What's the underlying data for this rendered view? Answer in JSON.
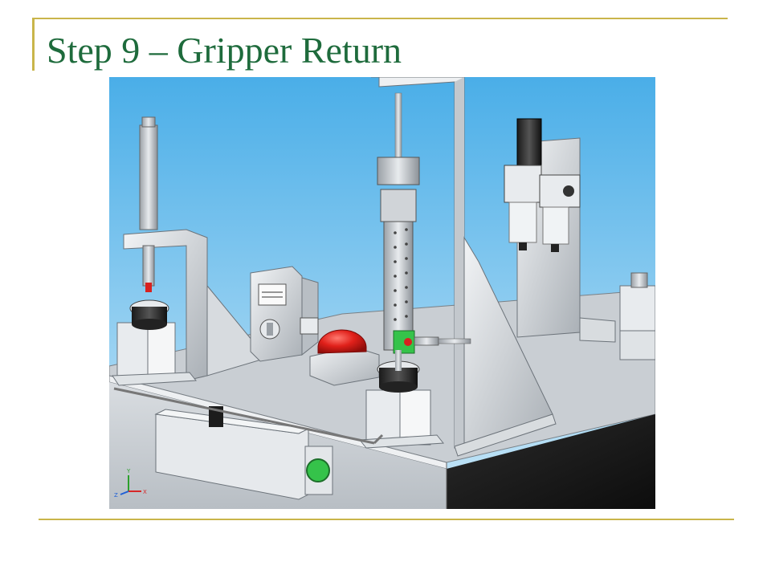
{
  "slide": {
    "title": "Step 9 – Gripper Return"
  },
  "figure": {
    "icon": "cad-render-gripper-station",
    "triad_labels": {
      "y": "Y",
      "x": "X",
      "z": "Z"
    }
  },
  "colors": {
    "title": "#1e6b3c",
    "rule": "#c9b54a",
    "sky": "#4fb3ec",
    "button_red": "#d8211f",
    "sensor_green": "#35c34a"
  }
}
